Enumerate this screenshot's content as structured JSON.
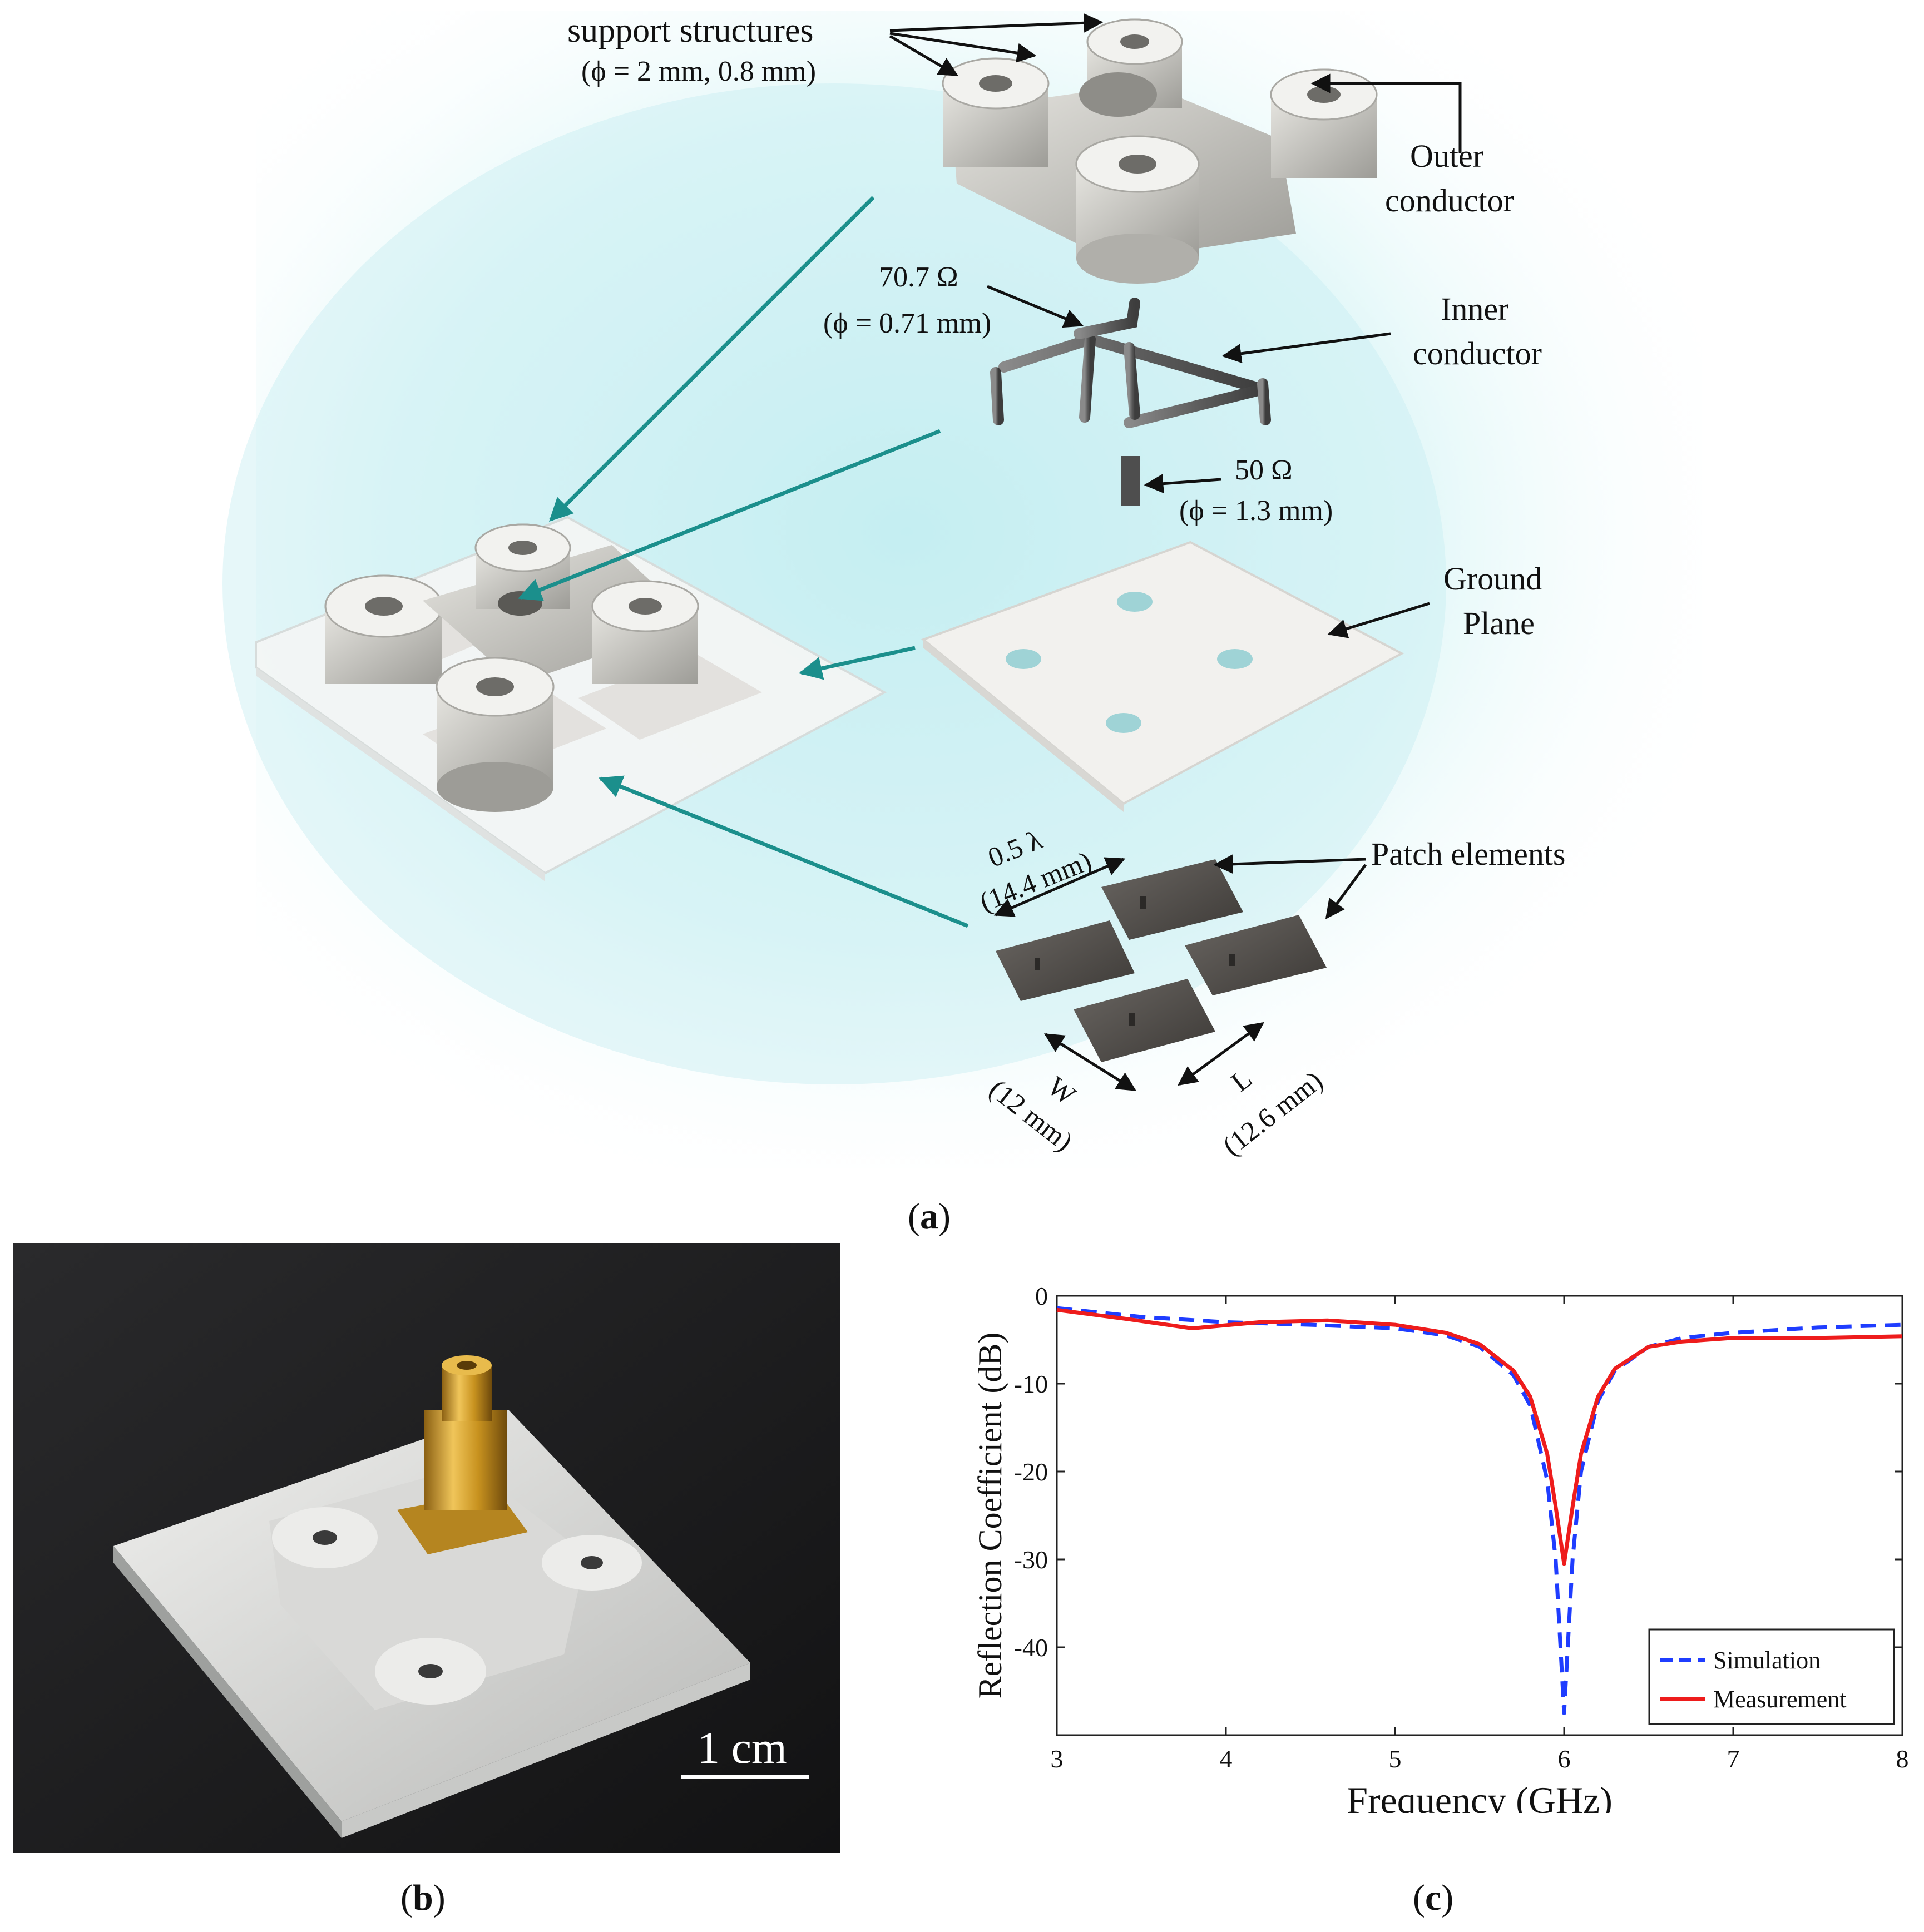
{
  "panel_a": {
    "caption_letter": "a",
    "labels": {
      "support_structures": "support structures",
      "support_dims": "(ϕ = 2 mm, 0.8 mm)",
      "outer_1": "Outer",
      "outer_2": "conductor",
      "imp_70": "70.7 Ω",
      "imp_70_dim": "(ϕ = 0.71 mm)",
      "inner_1": "Inner",
      "inner_2": "conductor",
      "imp_50": "50 Ω",
      "imp_50_dim": "(ϕ = 1.3 mm)",
      "ground_1": "Ground",
      "ground_2": "Plane",
      "patch": "Patch elements",
      "lambda": "0.5 λ",
      "lambda_dim": "(14.4 mm)",
      "w": "W",
      "w_dim": "(12 mm)",
      "l": "L",
      "l_dim": "(12.6 mm)"
    },
    "colors": {
      "teal_arrow": "#1b8f8c",
      "glow": "#c9eef0",
      "metal": "#c9c9c4",
      "patch": "#4d4a47"
    }
  },
  "panel_b": {
    "caption_letter": "b",
    "scale_label": "1 cm",
    "colors": {
      "background": "#1b1b1d",
      "connector": "#c89a2a"
    }
  },
  "panel_c": {
    "caption_letter": "c",
    "chart_data": {
      "type": "line",
      "xlabel": "Frequency (GHz)",
      "ylabel": "Reflection Coefficient (dB)",
      "xlim": [
        3,
        8
      ],
      "ylim": [
        -50,
        0
      ],
      "x_ticks": [
        3,
        4,
        5,
        6,
        7,
        8
      ],
      "y_ticks": [
        0,
        -10,
        -20,
        -30,
        -40
      ],
      "grid": false,
      "legend_position": "bottom-right",
      "series": [
        {
          "name": "Simulation",
          "color": "#1f3dff",
          "dash": "dashed",
          "x": [
            3.0,
            3.5,
            4.0,
            4.5,
            5.0,
            5.3,
            5.5,
            5.7,
            5.8,
            5.9,
            5.95,
            6.0,
            6.05,
            6.1,
            6.2,
            6.3,
            6.5,
            6.7,
            7.0,
            7.5,
            8.0
          ],
          "y": [
            -1.4,
            -2.4,
            -3.0,
            -3.3,
            -3.7,
            -4.5,
            -5.8,
            -9.0,
            -12.5,
            -21.0,
            -30.0,
            -47.5,
            -30.0,
            -20.0,
            -12.0,
            -8.5,
            -5.8,
            -4.8,
            -4.2,
            -3.6,
            -3.3
          ]
        },
        {
          "name": "Measurement",
          "color": "#ee1c1c",
          "dash": "solid",
          "x": [
            3.0,
            3.4,
            3.8,
            4.2,
            4.6,
            5.0,
            5.3,
            5.5,
            5.7,
            5.8,
            5.9,
            5.95,
            6.0,
            6.05,
            6.1,
            6.2,
            6.3,
            6.5,
            6.7,
            7.0,
            7.5,
            8.0
          ],
          "y": [
            -1.6,
            -2.6,
            -3.7,
            -3.0,
            -2.8,
            -3.3,
            -4.2,
            -5.5,
            -8.5,
            -11.5,
            -18.0,
            -24.0,
            -30.5,
            -24.0,
            -18.0,
            -11.5,
            -8.3,
            -5.8,
            -5.2,
            -4.8,
            -4.8,
            -4.6
          ]
        }
      ]
    }
  }
}
